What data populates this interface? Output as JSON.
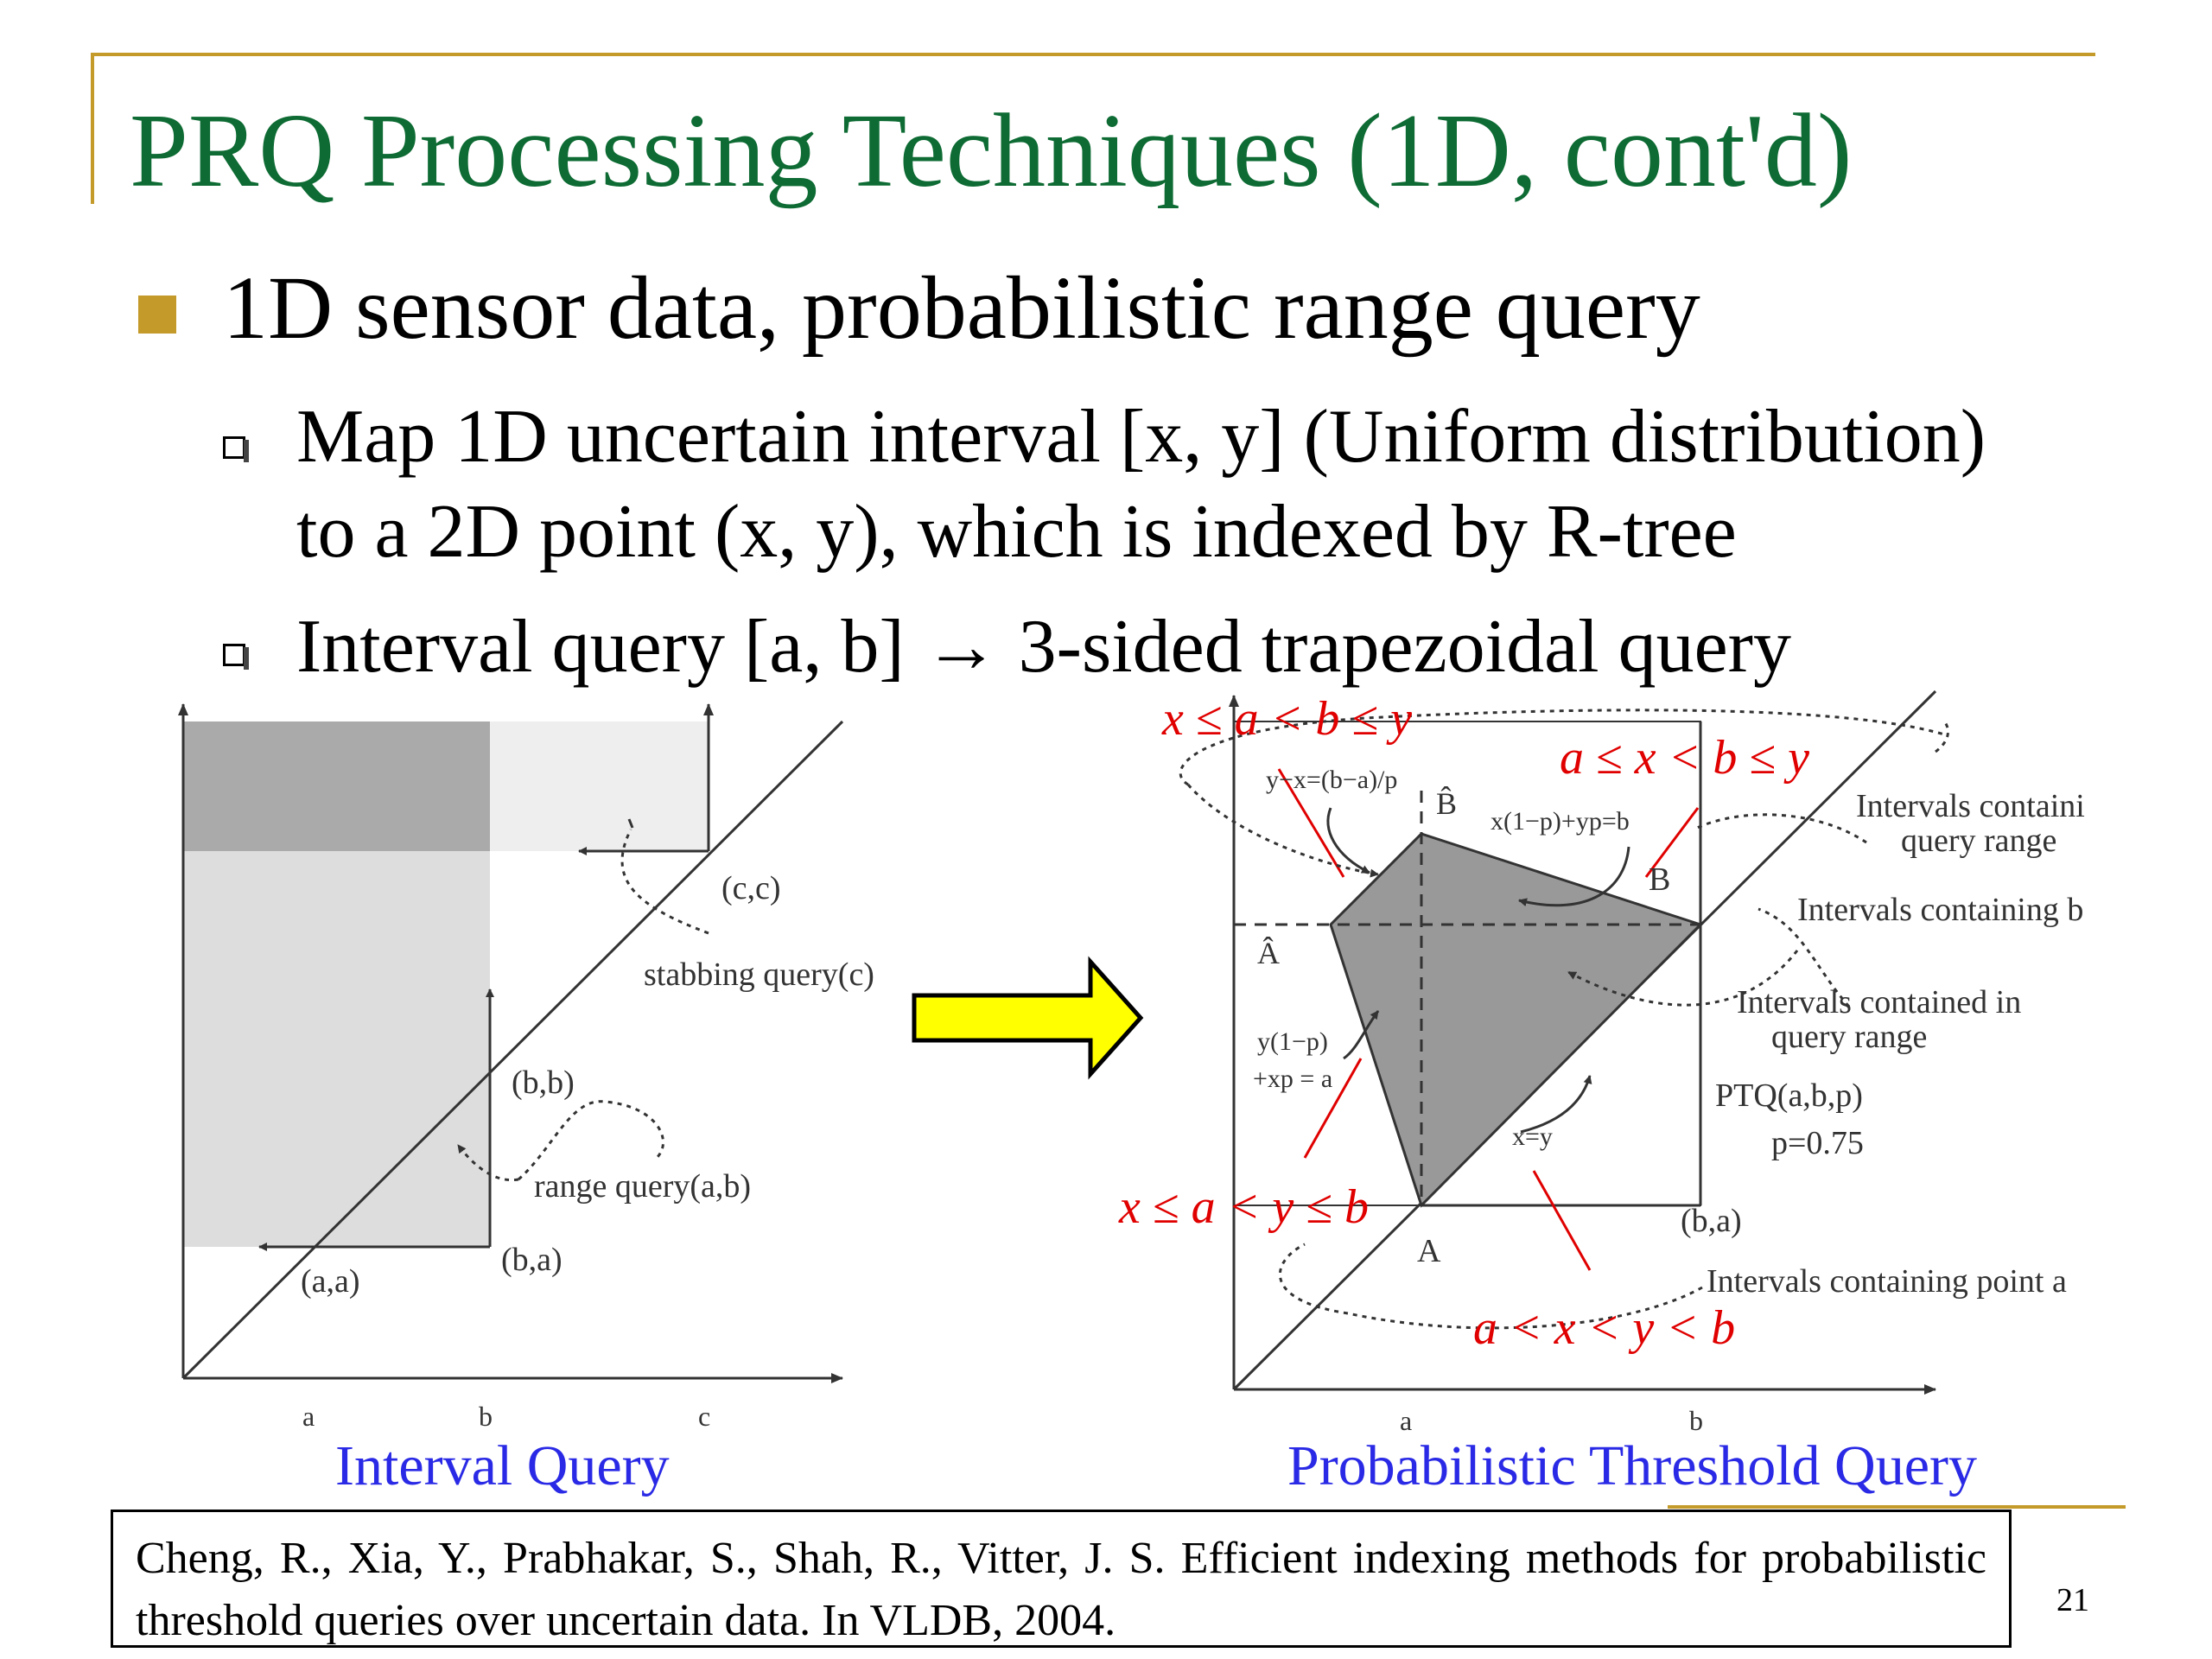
{
  "slide": {
    "title": "PRQ Processing Techniques (1D, cont'd)",
    "bullet": "1D sensor data, probabilistic range query",
    "sub1_line1": "Map 1D uncertain interval [x, y] (Uniform distribution)",
    "sub1_line2": "to a 2D point (x, y), which is indexed by R-tree",
    "sub2": "Interval query [a, b] → 3-sided trapezoidal query",
    "page_number": "21"
  },
  "left_figure": {
    "caption": "Interval Query",
    "labels": {
      "cc": "(c,c)",
      "stabbing": "stabbing query(c)",
      "bb": "(b,b)",
      "range": "range query(a,b)",
      "ba": "(b,a)",
      "aa": "(a,a)",
      "tick_a": "a",
      "tick_b": "b",
      "tick_c": "c"
    }
  },
  "right_figure": {
    "caption": "Probabilistic Threshold Query",
    "conditions": {
      "top_left": "x ≤ a < b ≤ y",
      "top_right": "a ≤ x < b ≤ y",
      "bottom_left": "x ≤ a < y ≤ b",
      "bottom_right": "a < x < y < b"
    },
    "labels": {
      "line1": "y−x=(b−a)/p",
      "bhat": "B̂",
      "line2": "x(1−p)+yp=b",
      "b_point": "B",
      "ahat": "Â",
      "line3a": "y(1−p)",
      "line3b": "+xp = a",
      "diag": "x=y",
      "a_point": "A",
      "ba": "(b,a)",
      "ptq": "PTQ(a,b,p)",
      "p_val": "p=0.75",
      "tick_a": "a",
      "tick_b": "b"
    },
    "annotations": {
      "containing_query_1": "Intervals containi",
      "containing_query_2": "query range",
      "containing_b": "Intervals containing b",
      "contained_1": "Intervals contained in",
      "contained_2": "query range",
      "containing_a": "Intervals containing point a"
    }
  },
  "reference": "Cheng, R., Xia, Y., Prabhakar, S., Shah, R., Vitter, J. S. Efficient indexing methods for probabilistic threshold queries over uncertain data. In VLDB, 2004.",
  "colors": {
    "title": "#0d6b33",
    "accent": "#c49a2a",
    "caption": "#2a2ae6",
    "condition": "#e00000",
    "arrow_fill": "#ffff00"
  }
}
